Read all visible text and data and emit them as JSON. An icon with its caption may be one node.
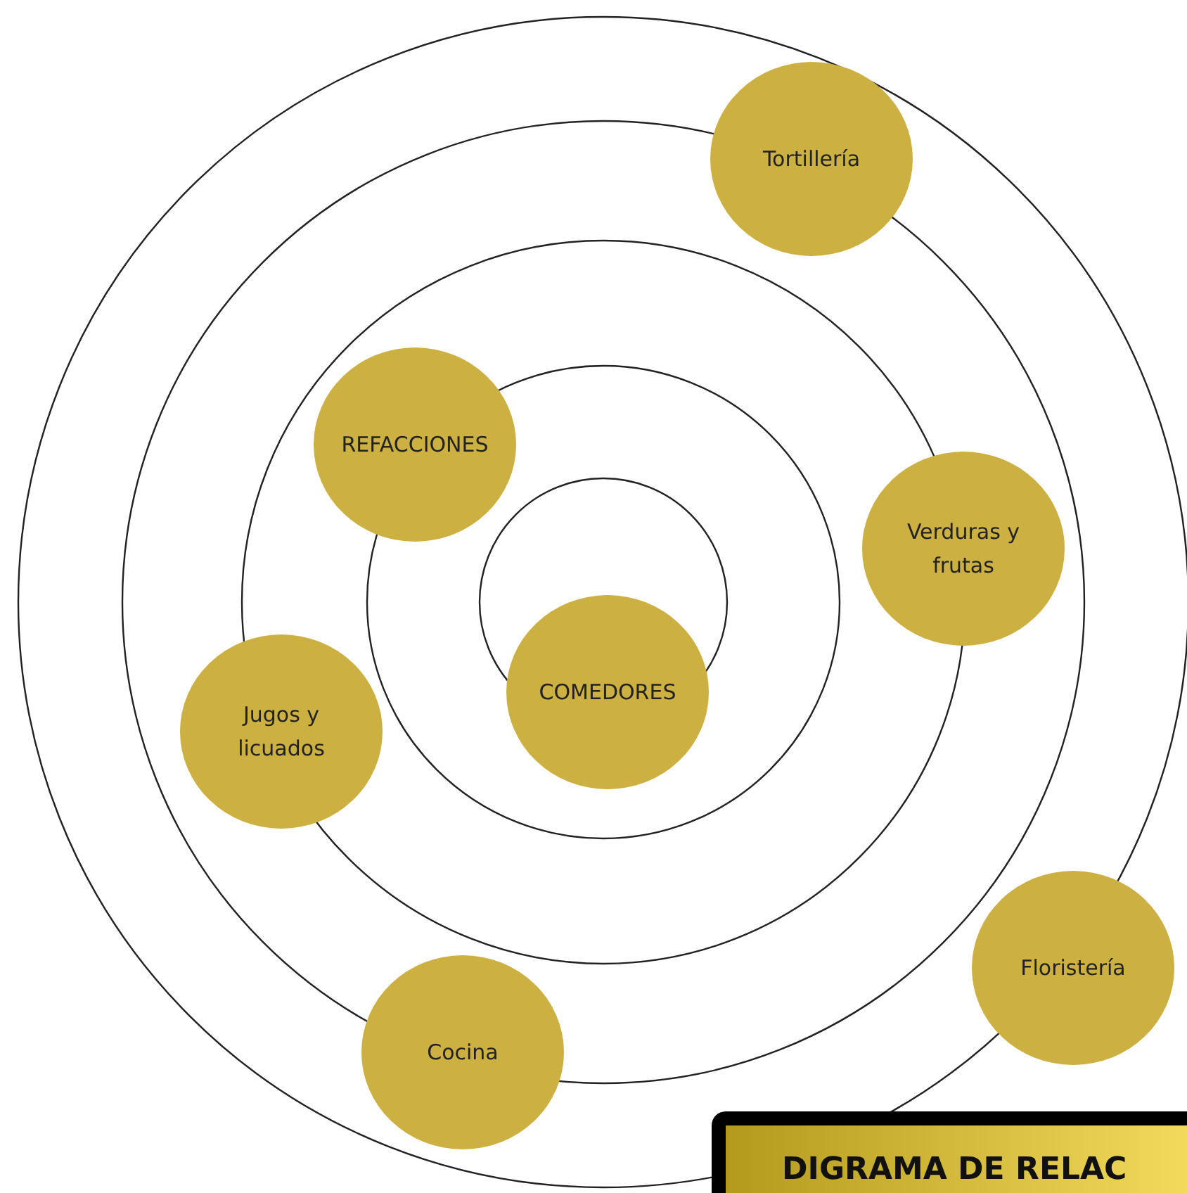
{
  "diagram": {
    "title": "DIGRAMA DE RELAC",
    "nodes": [
      {
        "text": [
          "Tortillería"
        ]
      },
      {
        "text": [
          "REFACCIONES"
        ]
      },
      {
        "text": [
          "Verduras y frutas"
        ]
      },
      {
        "text": [
          "COMEDORES"
        ]
      },
      {
        "text": [
          "Jugos y licuados"
        ]
      },
      {
        "text": [
          "Floristería"
        ]
      },
      {
        "text": [
          "Cocina"
        ]
      }
    ],
    "edges": []
  }
}
